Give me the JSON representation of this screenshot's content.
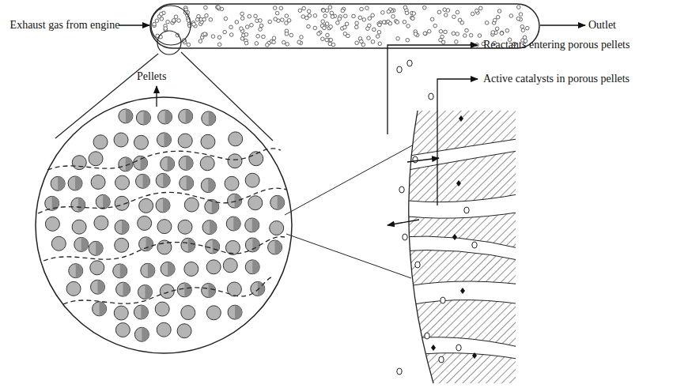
{
  "diagram": {
    "labels": [
      "Exhaust gas from engine",
      "Outlet",
      "Pellets",
      "Reactants entering porous pellets",
      "Active catalysts in porous pellets"
    ]
  }
}
